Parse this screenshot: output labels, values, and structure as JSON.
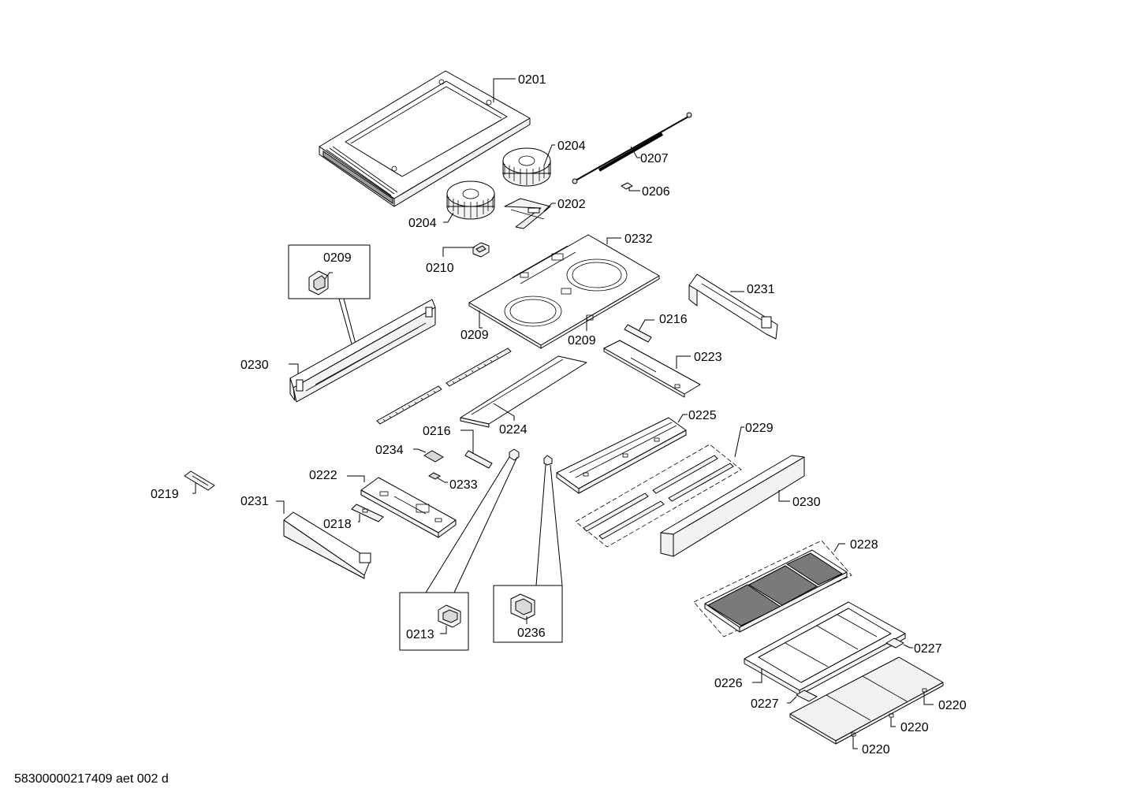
{
  "document_id": "58300000217409 aet 002 d",
  "parts": {
    "p0201": "0201",
    "p0202": "0202",
    "p0204": "0204",
    "p0206": "0206",
    "p0207": "0207",
    "p0209": "0209",
    "p0210": "0210",
    "p0213": "0213",
    "p0216": "0216",
    "p0218": "0218",
    "p0219": "0219",
    "p0220": "0220",
    "p0222": "0222",
    "p0223": "0223",
    "p0224": "0224",
    "p0225": "0225",
    "p0226": "0226",
    "p0227": "0227",
    "p0228": "0228",
    "p0229": "0229",
    "p0230": "0230",
    "p0231": "0231",
    "p0232": "0232",
    "p0233": "0233",
    "p0234": "0234",
    "p0236": "0236"
  }
}
